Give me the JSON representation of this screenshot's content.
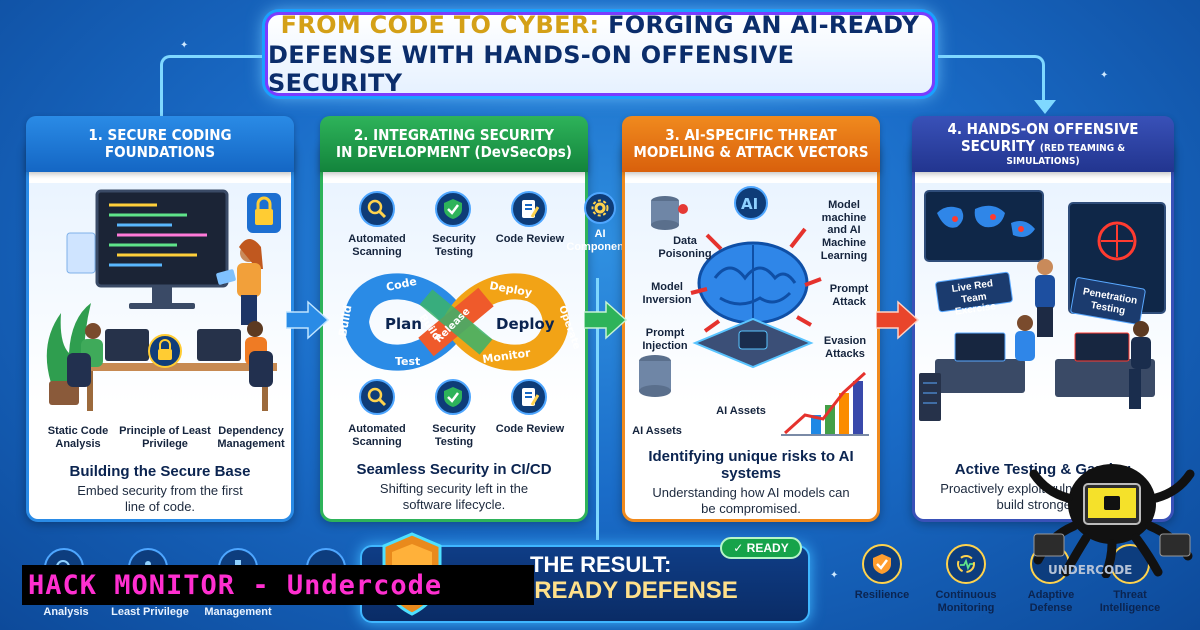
{
  "title": {
    "line1_highlight": "FROM CODE TO CYBER:",
    "line1_rest": "FORGING AN AI-READY",
    "line2": "DEFENSE WITH HANDS-ON OFFENSIVE SECURITY"
  },
  "panels": [
    {
      "header_line1": "1. SECURE CODING",
      "header_line2": "FOUNDATIONS",
      "labels": [
        "Static Code Analysis",
        "Principle of Least Privilege",
        "Dependency Management"
      ],
      "heading": "Building the Secure Base",
      "description": "Embed security from the first line of code."
    },
    {
      "header_line1": "2. INTEGRATING SECURITY",
      "header_line2": "IN DEVELOPMENT (DevSecOps)",
      "top_labels": [
        "Automated Scanning",
        "Security Testing",
        "Code Review"
      ],
      "bottom_labels": [
        "Automated Scanning",
        "Security Testing",
        "Code Review"
      ],
      "loop": {
        "left_center": "Plan",
        "right_center": "Deploy",
        "left_ring": [
          "Code",
          "Build",
          "Test",
          "Build"
        ],
        "right_ring": [
          "Deploy",
          "Operate",
          "Monitor",
          "Release"
        ]
      },
      "heading": "Seamless Security in CI/CD",
      "description": "Shifting security left in the software lifecycle."
    },
    {
      "header_line1": "3. AI-SPECIFIC THREAT",
      "header_line2": "MODELING & ATTACK VECTORS",
      "labels": {
        "data_poisoning": "Data Poisoning",
        "model_machine": "Model machine and AI Machine Learning",
        "model_inversion": "Model Inversion",
        "prompt_attack": "Prompt Attack",
        "prompt_injection": "Prompt Injection",
        "evasion_attacks": "Evasion Attacks",
        "ai_assets_mid": "AI Assets",
        "ai_assets": "AI Assets",
        "ai_badge": "AI"
      },
      "heading": "Identifying unique risks to AI systems",
      "description": "Understanding how AI models can be compromised."
    },
    {
      "header_line1": "4. HANDS-ON OFFENSIVE",
      "header_line2_main": "SECURITY",
      "header_line2_small": "(RED TEAMING &",
      "header_line3_small": "SIMULATIONS)",
      "sign_left": "Live Red Team Exercise",
      "sign_right": "Penetration Testing",
      "heading": "Active Testing & Gaming",
      "description": "Proactively exploit vulnerabilities to build stronger..."
    }
  ],
  "side_node": {
    "label": "AI Components"
  },
  "result": {
    "line1": "THE RESULT:",
    "line2": "AI-READY DEFENSE",
    "badge": "✓ READY"
  },
  "bottom_left_labels": [
    "Analysis",
    "Least Privilege",
    "Management"
  ],
  "bottom_right": [
    {
      "label": "Resilience",
      "icon": "shield-check-icon"
    },
    {
      "label": "Continuous Monitoring",
      "icon": "monitor-cycle-icon"
    },
    {
      "label": "Adaptive Defense",
      "icon": "adaptive-icon"
    },
    {
      "label": "Threat Intelligence",
      "icon": "intel-icon"
    }
  ],
  "watermark": "HACK MONITOR - Undercode",
  "logo_text": "UNDERCODE",
  "colors": {
    "panel1": "#2a8be6",
    "panel2": "#2eb35a",
    "panel3": "#f08a1e",
    "panel4": "#3951b8",
    "watermark_text": "#ff2fd0",
    "ready": "#16a34a"
  }
}
